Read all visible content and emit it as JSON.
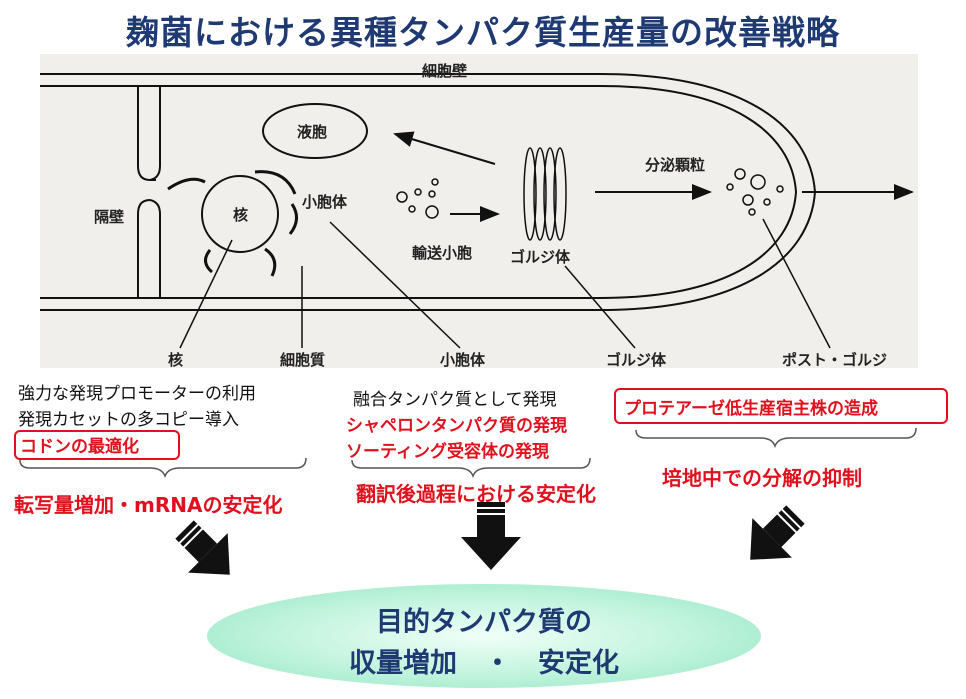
{
  "title": "麹菌における異種タンパク質生産量の改善戦略",
  "diagram": {
    "labels": {
      "cell_wall": "細胞壁",
      "vacuole": "液胞",
      "septum": "隔壁",
      "nucleus_inner": "核",
      "er_inner": "小胞体",
      "transport_vesicle": "輸送小胞",
      "golgi_inner": "ゴルジ体",
      "secretory_granule": "分泌顆粒",
      "nucleus_bottom": "核",
      "cytoplasm": "細胞質",
      "er_bottom": "小胞体",
      "golgi_bottom": "ゴルジ体",
      "post_golgi": "ポスト・ゴルジ"
    }
  },
  "strategies": [
    {
      "lines": [
        "強力な発現プロモーターの利用",
        "発現カセットの多コピー導入",
        "コドンの最適化"
      ],
      "result": "転写量増加・mRNAの安定化"
    },
    {
      "lines": [
        "融合タンパク質として発現",
        "シャペロンタンパク質の発現",
        "ソーティング受容体の発現"
      ],
      "result": "翻訳後過程における安定化"
    },
    {
      "lines": [
        "プロテアーゼ低生産宿主株の造成"
      ],
      "result": "培地中での分解の抑制"
    }
  ],
  "goal": {
    "line1": "目的タンパク質の",
    "line2": "収量増加　・　安定化"
  },
  "colors": {
    "title": "#1f3a73",
    "accent_red": "#e0101e",
    "goal_fill": "#bff3dc"
  }
}
